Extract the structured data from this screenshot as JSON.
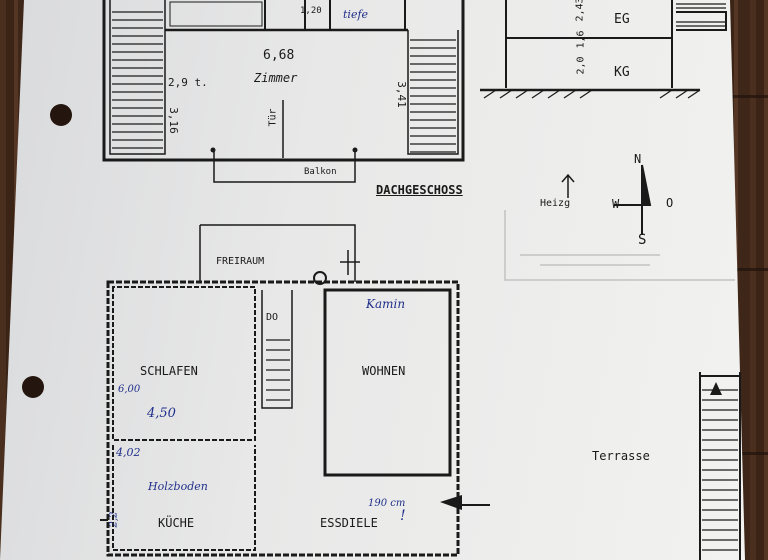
{
  "colors": {
    "paper": "#ececec",
    "ink": "#1a1a1a",
    "pen": "#1f2f8a",
    "wood": "#3a2418"
  },
  "top_plan": {
    "area": "6,68",
    "room": "Zimmer",
    "dim_left": "2,9 t.",
    "dim_left_vertical": "3,16",
    "dim_right_vertical": "3,41",
    "tuer": "Tür",
    "balkon": "Balkon",
    "small_top": "1,20",
    "tiefe": "tiefe"
  },
  "section": {
    "eg": "EG",
    "kg": "KG",
    "h1": "2,43",
    "h2": "1,6",
    "h3": "2,0"
  },
  "floor_title": "DACHGESCHOSS",
  "compass": {
    "heizung": "Heizg",
    "n": "N",
    "w": "W",
    "o": "O",
    "s": "S"
  },
  "ground_plan": {
    "freiraum": "FREIRAUM",
    "schlafen": "SCHLAFEN",
    "schlafen_dim1": "6,00",
    "schlafen_area": "4,50",
    "wohnen": "WOHNEN",
    "kamin": "Kamin",
    "do": "DO",
    "kueche": "KÜCHE",
    "kueche_dim": "4,02",
    "holzboden": "Holzboden",
    "essdiele": "ESSDIELE",
    "essdiele_note": "190 cm",
    "exclaim": "!",
    "terrasse": "Terrasse",
    "side_dim": "2,2"
  }
}
